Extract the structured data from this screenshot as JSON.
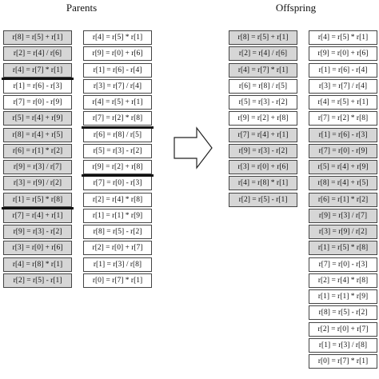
{
  "titles": {
    "parents": "Parents",
    "offspring": "Offspring"
  },
  "parent1": [
    {
      "text": "r[8] = r[5] + r[1]",
      "shade": "gray"
    },
    {
      "text": "r[2] = r[4] / r[6]",
      "shade": "gray"
    },
    {
      "text": "r[4] = r[7] * r[1]",
      "shade": "gray"
    },
    {
      "text": "r[1] = r[6] - r[3]",
      "shade": "white"
    },
    {
      "text": "r[7] = r[0] - r[9]",
      "shade": "white"
    },
    {
      "text": "r[5] = r[4] + r[9]",
      "shade": "gray"
    },
    {
      "text": "r[8] = r[4] + r[5]",
      "shade": "gray"
    },
    {
      "text": "r[6] = r[1] * r[2]",
      "shade": "gray"
    },
    {
      "text": "r[9] = r[3] / r[7]",
      "shade": "gray"
    },
    {
      "text": "r[3] = r[9] / r[2]",
      "shade": "gray"
    },
    {
      "text": "r[1] = r[5] * r[8]",
      "shade": "gray"
    },
    {
      "text": "r[7] = r[4] + r[1]",
      "shade": "gray"
    },
    {
      "text": "r[9] = r[3] - r[2]",
      "shade": "gray"
    },
    {
      "text": "r[3] = r[0] + r[6]",
      "shade": "gray"
    },
    {
      "text": "r[4] = r[8] * r[1]",
      "shade": "gray"
    },
    {
      "text": "r[2] = r[5] - r[1]",
      "shade": "gray"
    }
  ],
  "parent2": [
    {
      "text": "r[4] = r[5] * r[1]",
      "shade": "white"
    },
    {
      "text": "r[9] = r[0] + r[6]",
      "shade": "white"
    },
    {
      "text": "r[1] = r[6] - r[4]",
      "shade": "white"
    },
    {
      "text": "r[3] = r[7] / r[4]",
      "shade": "white"
    },
    {
      "text": "r[4] = r[5] + r[1]",
      "shade": "white"
    },
    {
      "text": "r[7] = r[2] * r[8]",
      "shade": "white"
    },
    {
      "text": "r[6] = r[8] / r[5]",
      "shade": "white"
    },
    {
      "text": "r[5] = r[3] - r[2]",
      "shade": "white"
    },
    {
      "text": "r[9] = r[2] + r[8]",
      "shade": "white"
    },
    {
      "text": "r[7] = r[0] - r[3]",
      "shade": "white"
    },
    {
      "text": "r[2] = r[4] * r[8]",
      "shade": "white"
    },
    {
      "text": "r[1] = r[1] * r[9]",
      "shade": "white"
    },
    {
      "text": "r[8] = r[5] - r[2]",
      "shade": "white"
    },
    {
      "text": "r[2] = r[0] + r[7]",
      "shade": "white"
    },
    {
      "text": "r[1] = r[3] / r[8]",
      "shade": "white"
    },
    {
      "text": "r[0] = r[7] * r[1]",
      "shade": "white"
    }
  ],
  "offspring1": [
    {
      "text": "r[8] = r[5] + r[1]",
      "shade": "gray"
    },
    {
      "text": "r[2] = r[4] / r[6]",
      "shade": "gray"
    },
    {
      "text": "r[4] = r[7] * r[1]",
      "shade": "gray"
    },
    {
      "text": "r[6] = r[8] / r[5]",
      "shade": "white"
    },
    {
      "text": "r[5] = r[3] - r[2]",
      "shade": "white"
    },
    {
      "text": "r[9] = r[2] + r[8]",
      "shade": "white"
    },
    {
      "text": "r[7] = r[4] + r[1]",
      "shade": "gray"
    },
    {
      "text": "r[9] = r[3] - r[2]",
      "shade": "gray"
    },
    {
      "text": "r[3] = r[0] + r[6]",
      "shade": "gray"
    },
    {
      "text": "r[4] = r[8] * r[1]",
      "shade": "gray"
    },
    {
      "text": "r[2] = r[5] - r[1]",
      "shade": "gray"
    }
  ],
  "offspring2": [
    {
      "text": "r[4] = r[5] * r[1]",
      "shade": "white"
    },
    {
      "text": "r[9] = r[0] + r[6]",
      "shade": "white"
    },
    {
      "text": "r[1] = r[6] - r[4]",
      "shade": "white"
    },
    {
      "text": "r[3] = r[7] / r[4]",
      "shade": "white"
    },
    {
      "text": "r[4] = r[5] + r[1]",
      "shade": "white"
    },
    {
      "text": "r[7] = r[2] * r[8]",
      "shade": "white"
    },
    {
      "text": "r[1] = r[6] - r[3]",
      "shade": "gray"
    },
    {
      "text": "r[7] = r[0] - r[9]",
      "shade": "gray"
    },
    {
      "text": "r[5] = r[4] + r[9]",
      "shade": "gray"
    },
    {
      "text": "r[8] = r[4] + r[5]",
      "shade": "gray"
    },
    {
      "text": "r[6] = r[1] * r[2]",
      "shade": "gray"
    },
    {
      "text": "r[9] = r[3] / r[7]",
      "shade": "gray"
    },
    {
      "text": "r[3] = r[9] / r[2]",
      "shade": "gray"
    },
    {
      "text": "r[1] = r[5] * r[8]",
      "shade": "gray"
    },
    {
      "text": "r[7] = r[0] - r[3]",
      "shade": "white"
    },
    {
      "text": "r[2] = r[4] * r[8]",
      "shade": "white"
    },
    {
      "text": "r[1] = r[1] * r[9]",
      "shade": "white"
    },
    {
      "text": "r[8] = r[5] - r[2]",
      "shade": "white"
    },
    {
      "text": "r[2] = r[0] + r[7]",
      "shade": "white"
    },
    {
      "text": "r[1] = r[3] / r[8]",
      "shade": "white"
    },
    {
      "text": "r[0] = r[7] * r[1]",
      "shade": "white"
    }
  ],
  "crossover_points": {
    "parent1_after_rows": [
      3,
      11
    ],
    "parent2_after_rows": [
      6,
      9
    ]
  },
  "colors": {
    "gray": "#d6d6d6",
    "white": "#ffffff",
    "border": "#444444"
  }
}
